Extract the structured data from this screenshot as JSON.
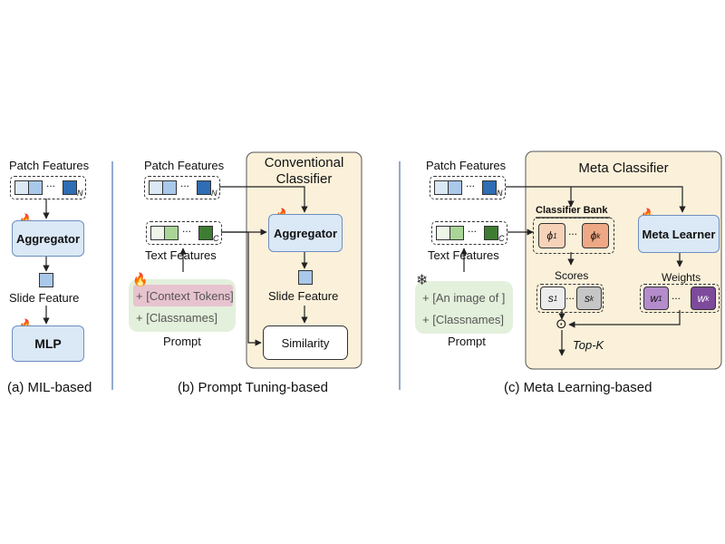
{
  "panel_a": {
    "patch_features": "Patch Features",
    "patch_dots": "...",
    "patch_sub": "N",
    "aggregator": "Aggregator",
    "slide_feature": "Slide Feature",
    "mlp": "MLP",
    "caption": "(a) MIL-based"
  },
  "panel_b": {
    "patch_features": "Patch Features",
    "patch_dots": "...",
    "patch_sub": "N",
    "text_dots": "...",
    "text_sub": "C",
    "text_features": "Text Features",
    "context_tokens": "+ [Context Tokens]",
    "classnames": "+ [Classnames]",
    "prompt": "Prompt",
    "classifier_title_1": "Conventional",
    "classifier_title_2": "Classifier",
    "aggregator": "Aggregator",
    "slide_feature": "Slide Feature",
    "similarity": "Similarity",
    "caption": "(b) Prompt Tuning-based"
  },
  "panel_c": {
    "patch_features": "Patch Features",
    "patch_dots": "...",
    "patch_sub": "N",
    "text_dots": "...",
    "text_sub": "C",
    "text_features": "Text Features",
    "an_image_of": "+ [An image of ]",
    "classnames": "+ [Classnames]",
    "prompt": "Prompt",
    "meta_classifier": "Meta Classifier",
    "classifier_bank": "Classifier Bank",
    "phi_1": "ϕ1",
    "phi_k": "ϕk",
    "bank_dots": "...",
    "meta_learner": "Meta Learner",
    "scores": "Scores",
    "s_1": "s1",
    "s_k": "sk",
    "score_dots": "...",
    "weights": "Weights",
    "w_1": "w1",
    "w_k": "wk",
    "weight_dots": "...",
    "odot": "⊙",
    "top_k": "Top-K",
    "caption": "(c) Meta Learning-based"
  },
  "icons": {
    "trainable": "fire-icon",
    "frozen": "snowflake-icon"
  },
  "colors": {
    "classifier_bg": "#fbf1da",
    "module_fill": "#dbe8f6",
    "patch_dark": "#2f6db4",
    "patch_light": "#a9c8ea",
    "text_dark": "#3d7c32",
    "text_light": "#a9d596",
    "prompt_bg": "#e3f0dc",
    "context_token_bg": "#e7c3cf",
    "phi_fill": "#f6d2b9",
    "score_fill": "#c6c6c6",
    "weight_fill": "#b48ccc",
    "weight_dark": "#7d4a9c"
  }
}
